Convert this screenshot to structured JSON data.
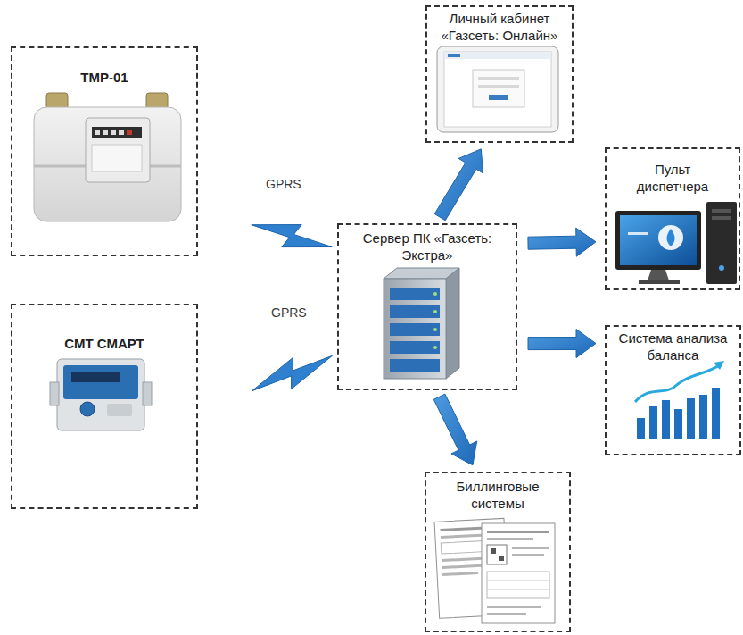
{
  "diagram": {
    "nodes": [
      {
        "text": [
          "ТМР-01"
        ]
      },
      {
        "text": [
          "СМТ СМАРТ"
        ]
      },
      {
        "text": [
          "Сервер ПК «Газсеть: Экстра»"
        ]
      },
      {
        "text": [
          "Личный кабинет «Газсеть: Онлайн»"
        ]
      },
      {
        "text": [
          "Пульт диспетчера"
        ]
      },
      {
        "text": [
          "Система анализа баланса"
        ]
      },
      {
        "text": [
          "Биллинговые системы"
        ]
      }
    ],
    "edges": [
      {
        "from": 0,
        "to": 2,
        "label": "GPRS",
        "arrow": "to"
      },
      {
        "from": 1,
        "to": 2,
        "label": "GPRS",
        "arrow": "to"
      },
      {
        "from": 2,
        "to": 3,
        "arrow": "to"
      },
      {
        "from": 2,
        "to": 4,
        "arrow": "to"
      },
      {
        "from": 2,
        "to": 5,
        "arrow": "to"
      },
      {
        "from": 2,
        "to": 6,
        "arrow": "to"
      }
    ]
  }
}
